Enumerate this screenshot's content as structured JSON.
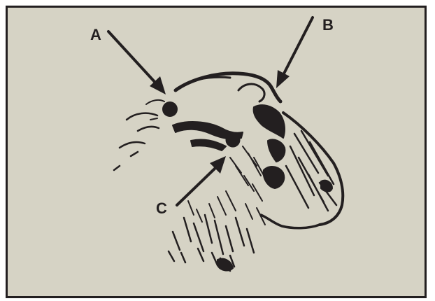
{
  "diagram": {
    "colors": {
      "background": "#d6d3c5",
      "ink": "#231f20",
      "border": "#231f20"
    },
    "icons": [
      "sheep-head-illustration",
      "marker-dot-a",
      "marker-dot-c"
    ],
    "callouts": [
      {
        "id": "a",
        "label": "A"
      },
      {
        "id": "b",
        "label": "B"
      },
      {
        "id": "c",
        "label": "C"
      }
    ]
  }
}
